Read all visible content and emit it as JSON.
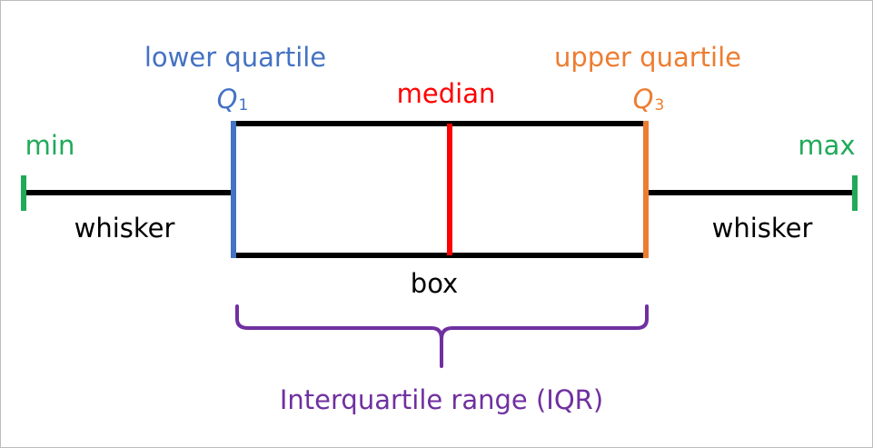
{
  "colors": {
    "min_max": "#1faa59",
    "lower_quartile": "#4472c4",
    "median": "#ff0000",
    "upper_quartile": "#ed7d31",
    "iqr": "#7030a0",
    "box_and_whisker": "#000000"
  },
  "labels": {
    "min": "min",
    "max": "max",
    "lower_quartile": "lower quartile",
    "q1_letter": "Q",
    "q1_sub": "1",
    "median": "median",
    "upper_quartile": "upper quartile",
    "q3_letter": "Q",
    "q3_sub": "3",
    "whisker_left": "whisker",
    "whisker_right": "whisker",
    "box": "box",
    "iqr": "Interquartile range (IQR)"
  }
}
